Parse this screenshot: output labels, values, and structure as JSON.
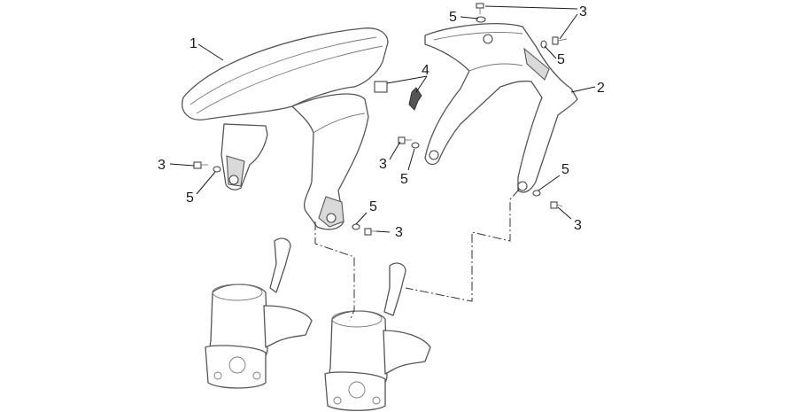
{
  "callouts": {
    "front_mudguard": "1",
    "mudguard_bracket": "2",
    "screw_left_upper": "3",
    "screw_center": "3",
    "screw_bottom_mid": "3",
    "screw_top_right": "3",
    "screw_right_lower": "3",
    "clip": "4",
    "washer_left": "5",
    "washer_center": "5",
    "washer_bottom_mid": "5",
    "washer_top": "5",
    "washer_top_right": "5",
    "washer_right_lower": "5"
  }
}
